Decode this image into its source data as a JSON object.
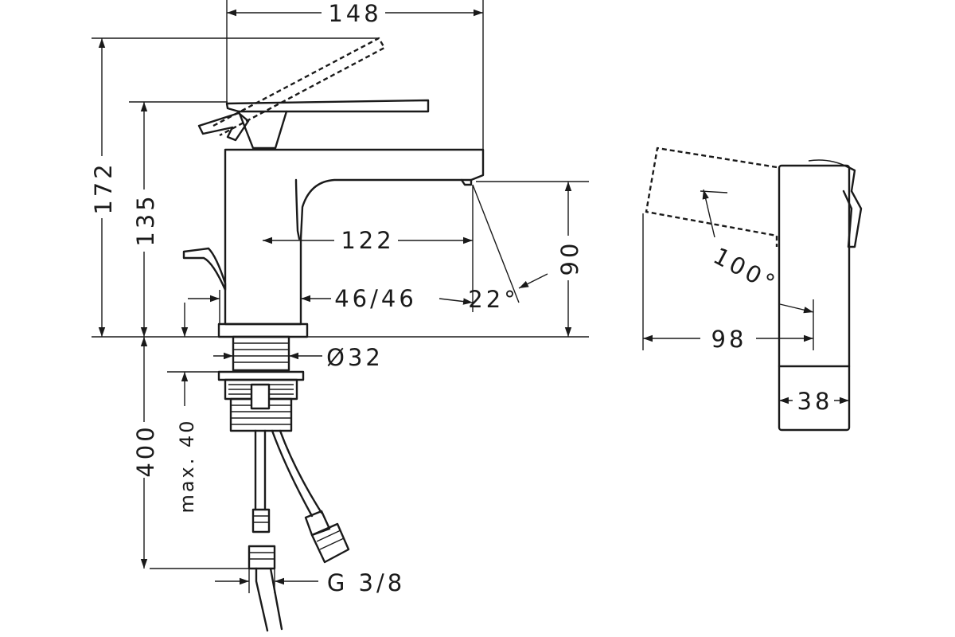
{
  "dimensions": {
    "overall_width": "148",
    "total_height": "172",
    "spout_height_top": "135",
    "spout_reach": "122",
    "clearance_height": "90",
    "base_offset": "46/46",
    "spout_angle": "22°",
    "waste_diameter": "Ø32",
    "lever_rotation": "100°",
    "side_depth": "98",
    "side_width": "38",
    "hose_length": "400",
    "max_deck_thickness": "max. 40",
    "connection_thread": "G 3/8"
  }
}
